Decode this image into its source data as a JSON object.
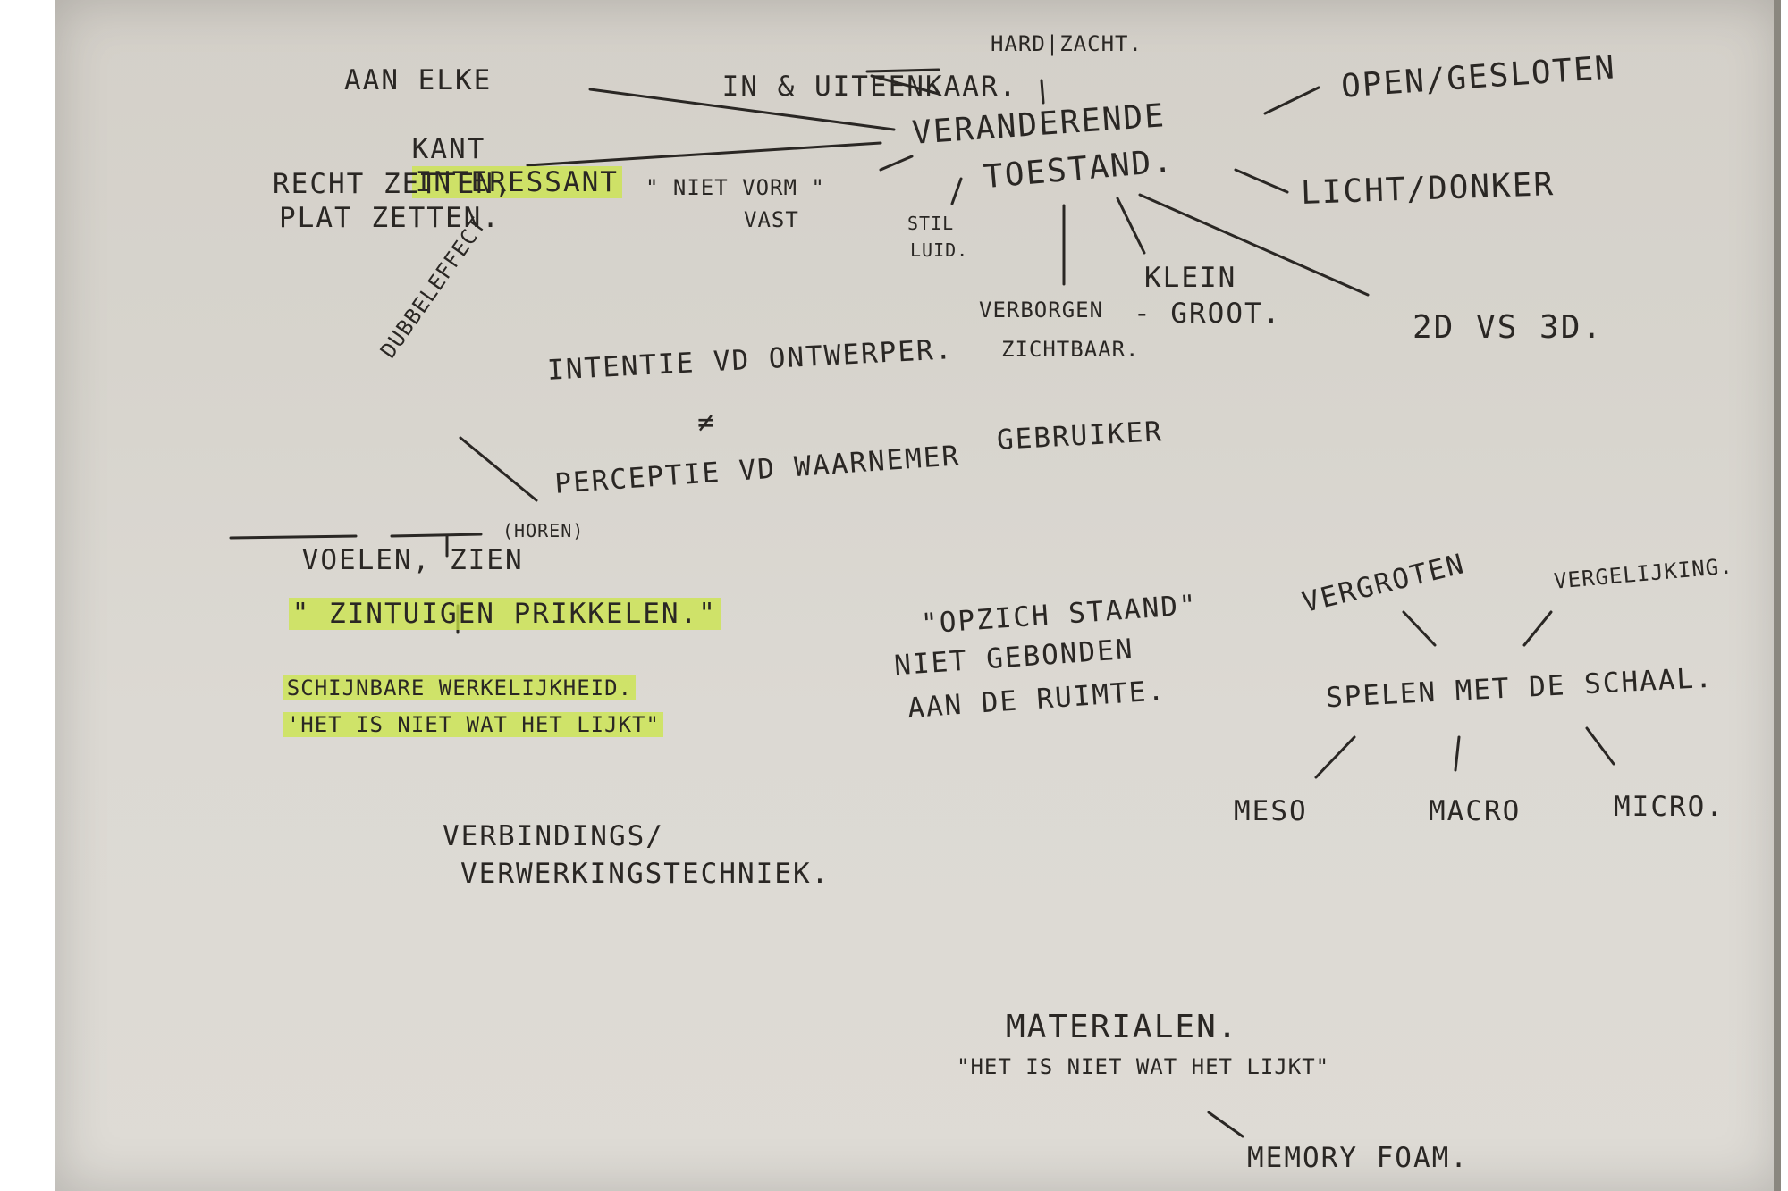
{
  "notes": {
    "aan_elke": "AAN ELKE",
    "kant": "KANT",
    "interessant": "INTERESSANT",
    "in_uiteen": "iN & UITEEN",
    "in_uiteen_b": "KAAR.",
    "hard_zacht": "HARD|ZACHT.",
    "open_gesloten": "OPEN/GESLOTEN",
    "veranderende": "VERANDERENDE",
    "toestand": "TOESTAND.",
    "recht_zetten": "RECHT ZETTEN,",
    "plat_zetten": "PLAT ZETTEN.",
    "niet_vorm": "\" NIET VORM \"",
    "vast": "VAST",
    "stil": "STIL",
    "luid": "LUID.",
    "licht_donker": "LICHT/DONKER",
    "klein": "KLEIN",
    "verborgen": "VERBORGEN",
    "groot": "- GROOT.",
    "zichtbaar": "ZICHTBAAR.",
    "2d_3d": "2D vs 3D.",
    "dubbeleffect": "DUBBELEFFECT",
    "intentie": "INTENTIE VD ONTWERPER.",
    "neq": "≠",
    "perceptie": "PERCEPTIE VD WAARNEMER",
    "gebruiker": "GEBRUIKER",
    "voelen": "VOELEN",
    "zien": "ZIEN",
    "horen": "(HOREN)",
    "zintuigen": "\" ZINTUIGEN PRIKKELEN.\"",
    "schijnbare": "SCHIJNBARE WERKELIJKHEID.",
    "het_is_niet": "'HET IS NIET WAT HET LIJKT\"",
    "opzich_staand": "\"OPZICH STAAND\"",
    "niet_gebonden": "NIET GEBONDEN",
    "aan_de_ruimte": "AAN DE RUIMTE.",
    "vergroten": "VERGROTEN",
    "vergelijking": "VERGELIJKING.",
    "spelen": "SPELEN MET DE SCHAAL.",
    "meso": "MESO",
    "macro": "MACRO",
    "micro": "MICRO.",
    "verbindings": "VERBINDINGS/",
    "verwerkings": "VERWERKINGSTECHNIEK.",
    "materialen": "MATERIALEN.",
    "het_is_niet_2": "\"HET IS NIET WAT HET LIJKT\"",
    "memory_foam": "MEMORY FOAM."
  },
  "colors": {
    "ink": "#2a2724",
    "highlighter": "#cbe646",
    "paper": "#d9d6cf"
  }
}
